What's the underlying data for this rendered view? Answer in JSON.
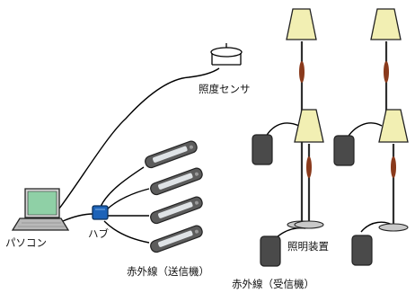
{
  "labels": {
    "pc": "パソコン",
    "hub": "ハブ",
    "light_sensor": "照度センサ",
    "ir_transmitter": "赤外線（送信機）",
    "ir_receiver": "赤外線（受信機）",
    "lighting": "照明装置"
  },
  "colors": {
    "cable": "#000000",
    "remote_body": "#5c5c5c",
    "remote_panel": "#dfe3e6",
    "hub": "#1d63b8",
    "lamp_shade": "#f2efb3",
    "lamp_pole": "#2f2f2f",
    "lamp_bulb": "#8a3a1c",
    "receiver_box": "#4a4a4a",
    "laptop_screen": "#8fd0a6"
  }
}
